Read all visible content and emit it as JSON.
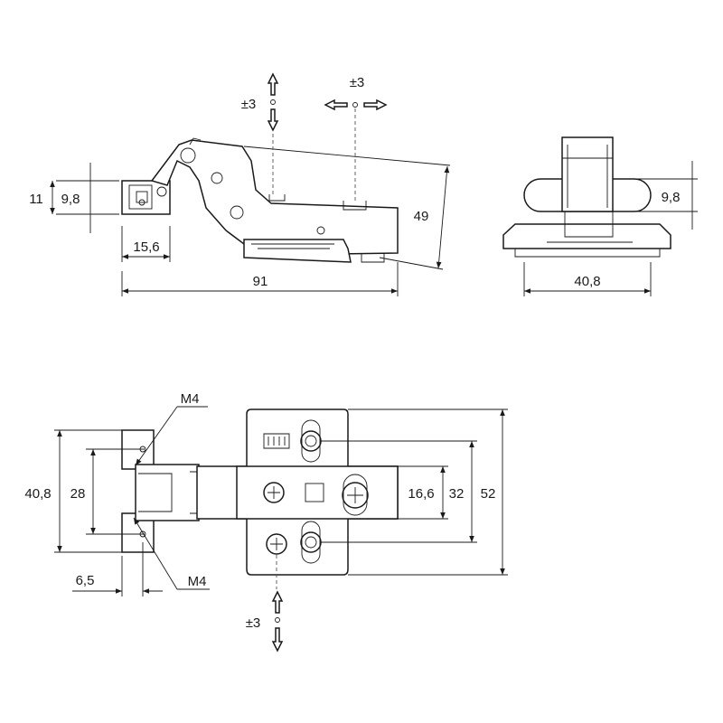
{
  "side_view": {
    "height_11": "11",
    "height_9_8": "9,8",
    "width_15_6": "15,6",
    "length_91": "91",
    "height_49": "49",
    "adjust_vertical": "±3",
    "adjust_horizontal": "±3"
  },
  "end_view": {
    "height_9_8": "9,8",
    "width_40_8": "40,8"
  },
  "top_view": {
    "thread_top": "M4",
    "thread_bottom": "M4",
    "height_40_8": "40,8",
    "height_28": "28",
    "width_6_5": "6,5",
    "height_16_6": "16,6",
    "height_32": "32",
    "height_52": "52",
    "adjust_vertical": "±3"
  },
  "colors": {
    "line": "#1a1a1a",
    "background": "#ffffff"
  }
}
